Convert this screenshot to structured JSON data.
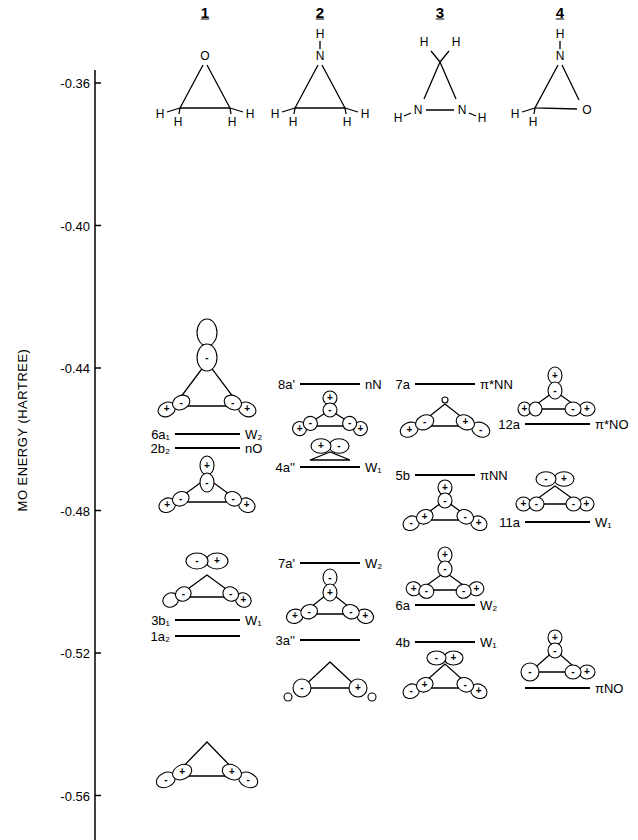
{
  "diagram": {
    "labels": [
      "1",
      "2",
      "3",
      "4",
      "MO ENERGY (HARTREE)",
      "-0.36",
      "-0.40",
      "-0.44",
      "-0.48",
      "-0.52",
      "-0.56",
      "O",
      "H",
      "H",
      "H",
      "H",
      "H",
      "N",
      "H",
      "H",
      "H",
      "H",
      "H",
      "H",
      "H",
      "N",
      "N",
      "H",
      "H",
      "N",
      "H",
      "H",
      "O",
      "6a₁",
      "W₂",
      "2b₂",
      "nO",
      "3b₁",
      "W₁",
      "1a₂",
      "8a'",
      "nN",
      "4a''",
      "W₁",
      "7a'",
      "W₂",
      "3a''",
      "7a",
      "π*NN",
      "5b",
      "πNN",
      "6a",
      "W₂",
      "4b",
      "W₁",
      "12a",
      "π*NO",
      "11a",
      "W₁",
      "πNO",
      "-",
      "+",
      "-",
      "+",
      "-",
      "+",
      "-",
      "+",
      "-",
      "+",
      "-",
      "+",
      "-",
      "-",
      "+",
      "-",
      "-",
      "+",
      "-",
      "+",
      "+",
      "-",
      "+",
      "-",
      "+",
      "-",
      "-",
      "+",
      "-",
      "+",
      "+",
      "-",
      "+",
      "-",
      "-",
      "+",
      "+",
      "-",
      "-",
      "+",
      "+",
      "-",
      "-",
      "+",
      "+",
      "-",
      "+",
      "-",
      "+",
      "-",
      "+",
      "-",
      "+",
      "-",
      "-",
      "+",
      "+",
      "-",
      "+",
      "-",
      "+",
      "+",
      "-",
      "+",
      "-",
      "+",
      "-",
      "+",
      "-",
      "+",
      "-",
      "-",
      "+",
      "-"
    ]
  }
}
